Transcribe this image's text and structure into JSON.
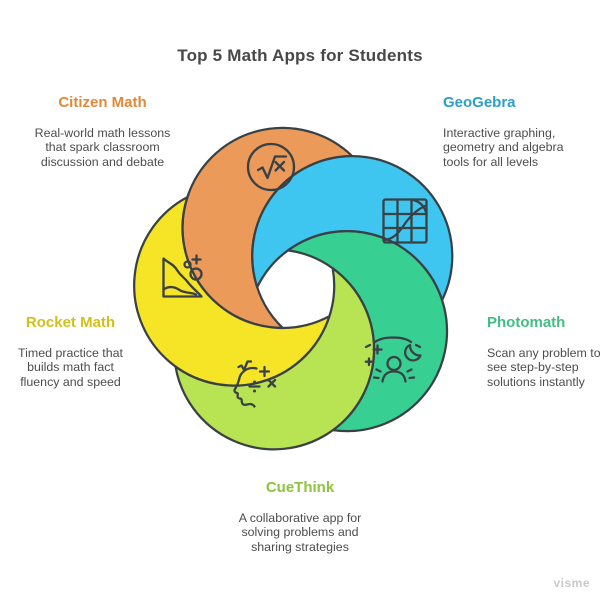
{
  "title": "Top 5 Math Apps for Students",
  "watermark": "visme",
  "colors": {
    "outline": "#3A4145",
    "title_text": "#484848",
    "body_text": "#4D4D4D",
    "background": "#FFFFFF"
  },
  "sections": [
    {
      "name": "Citizen Math",
      "heading_color": "#E0893B",
      "petal": "#EC9A59",
      "icon": "sqrt-icon",
      "desc": [
        "Real-world math lessons",
        "that spark classroom",
        "discussion and debate"
      ]
    },
    {
      "name": "GeoGebra",
      "heading_color": "#2D9ECC",
      "petal": "#3EC6F0",
      "icon": "graph-grid-icon",
      "desc": [
        "Interactive graphing,",
        "geometry and algebra",
        "tools for all levels"
      ]
    },
    {
      "name": "Photomath",
      "heading_color": "#43BD85",
      "petal": "#37D092",
      "icon": "person-stars-moon-icon",
      "desc": [
        "Scan any problem to",
        "see step-by-step",
        "solutions instantly"
      ]
    },
    {
      "name": "CueThink",
      "heading_color": "#8DC43D",
      "petal": "#B8E352",
      "icon": "thinking-head-icon",
      "desc": [
        "A collaborative app for",
        "solving problems and",
        "sharing strategies"
      ]
    },
    {
      "name": "Rocket Math",
      "heading_color": "#D2C11B",
      "petal": "#F6E426",
      "icon": "slope-chart-icon",
      "desc": [
        "Timed practice that",
        "builds math fact",
        "fluency and speed"
      ]
    }
  ]
}
